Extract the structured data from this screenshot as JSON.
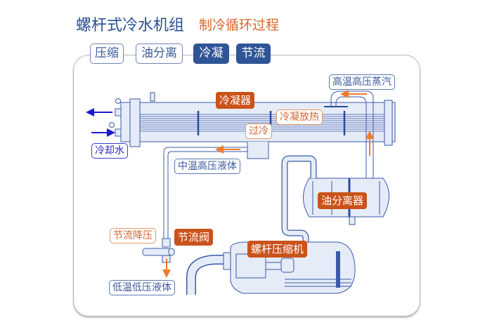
{
  "header": {
    "title": "螺杆式冷水机组",
    "subtitle": "制冷循环过程"
  },
  "tabs": [
    {
      "label": "压缩",
      "active": false
    },
    {
      "label": "油分离",
      "active": false
    },
    {
      "label": "冷凝",
      "active": true
    },
    {
      "label": "节流",
      "active": true
    }
  ],
  "components": {
    "condenser": "冷凝器",
    "oil_separator": "油分离器",
    "expansion_valve": "节流阀",
    "compressor": "螺杆压缩机"
  },
  "labels": {
    "high_temp_vapor": "高温高压蒸汽",
    "condensation_heat": "冷凝放热",
    "subcooling": "过冷",
    "medium_temp_liquid": "中温高压液体",
    "cooling_water": "冷却水",
    "throttling": "节流降压",
    "low_temp_liquid": "低温低压液体"
  },
  "colors": {
    "pipe_outline": "#3a5aa8",
    "pipe_fill": "#e6ecf7",
    "flow_arrow": "#f07b2c",
    "water_arrow": "#1a1ad0",
    "tag_bg": "#c9531b",
    "tab_active": "#2f5597"
  }
}
